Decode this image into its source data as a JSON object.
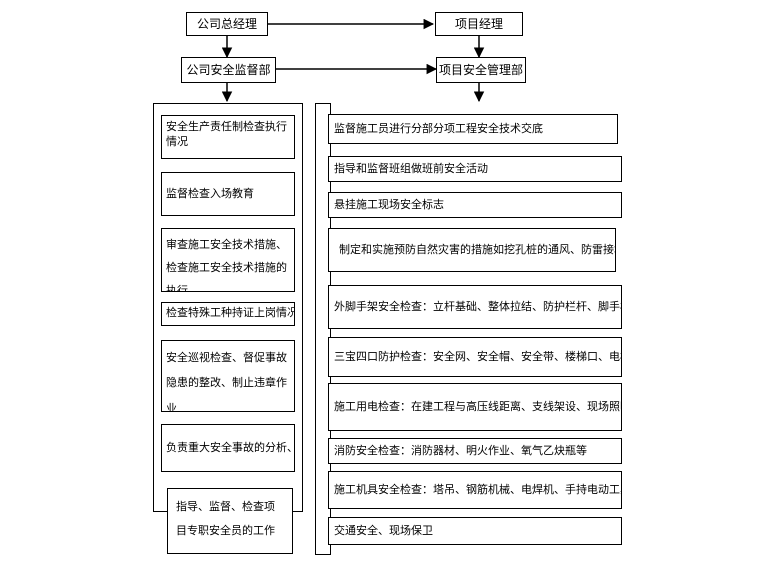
{
  "top": {
    "company_gm": "公司总经理",
    "project_manager": "项目经理",
    "company_safety_dept": "公司安全监督部",
    "project_safety_dept": "项目安全管理部"
  },
  "left_items": [
    "安全生产责任制检查执行情况",
    "监督检查入场教育",
    "审查施工安全技术措施、检查施工安全技术措施的执行",
    "检查特殊工种持证上岗情况",
    "安全巡视检查、督促事故隐患的整改、制止违章作业",
    "负责重大安全事故的分析、调查、处",
    "指导、监督、检查项目专职安全员的工作"
  ],
  "right_items": [
    "监督施工员进行分部分项工程安全技术交底",
    "指导和监督班组做班前安全活动",
    "悬挂施工现场安全标志",
    "制定和实施预防自然灾害的措施如挖孔桩的通风、防雷接地",
    "外脚手架安全检查：立杆基础、整体拉结、防护栏杆、脚手板、剪刀撑",
    "三宝四口防护检查：安全网、安全帽、安全带、楼梯口、电梯井口、预留洞口、通道口",
    "施工用电检查：在建工程与高压线距离、支线架设、现场照明、配电箱",
    "消防安全检查：消防器材、明火作业、氧气乙炔瓶等",
    "施工机具安全检查：塔吊、钢筋机械、电焊机、手持电动工具、搅拌机",
    "交通安全、现场保卫"
  ]
}
